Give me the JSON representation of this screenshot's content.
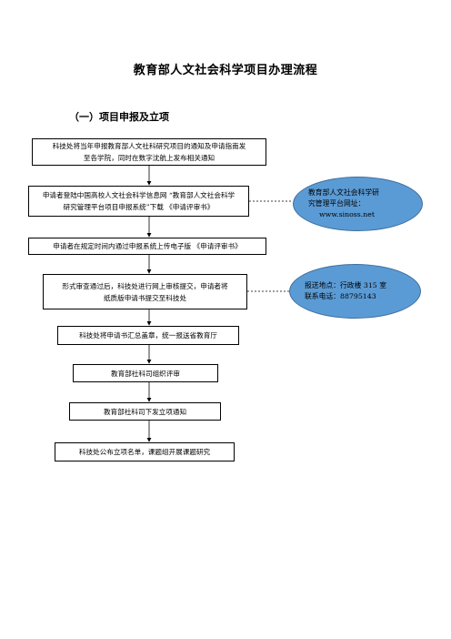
{
  "title": "教育部人文社会科学项目办理流程",
  "section_heading": "（一）项目申报及立项",
  "steps": [
    {
      "lines": [
        "科技处将当年申报教育部人文社科研究项目的通知及申请指南发",
        "至各学院，同时在数字沈航上发布相关通知"
      ]
    },
    {
      "lines": [
        "申请者登陆中国高校人文社会科学信息网 “教育部人文社会科学",
        "研究管理平台项目申报系统”下载 《申请评审书》"
      ]
    },
    {
      "lines": [
        "申请者在规定时间内通过申报系统上传电子版 《申请评审书》"
      ]
    },
    {
      "lines": [
        "形式审查通过后，科技处进行网上审核提交，申请者将",
        "纸质版申请书提交至科技处"
      ]
    },
    {
      "lines": [
        "科技处将申请书汇总盖章，统一报送省教育厅"
      ]
    },
    {
      "lines": [
        "教育部社科司组织评审"
      ]
    },
    {
      "lines": [
        "教育部社科司下发立项通知"
      ]
    },
    {
      "lines": [
        "科技处公布立项名单，课题组开展课题研究"
      ]
    }
  ],
  "notes": [
    {
      "lines": [
        "教育部人文社会科学研",
        "究管理平台网址：",
        "www.sinoss.net"
      ]
    },
    {
      "lines": [
        "报送地点：行政楼 315 室",
        "联系电话：88795143"
      ]
    }
  ],
  "colors": {
    "ellipse_fill": "#5b9bd5",
    "line": "#000000"
  }
}
